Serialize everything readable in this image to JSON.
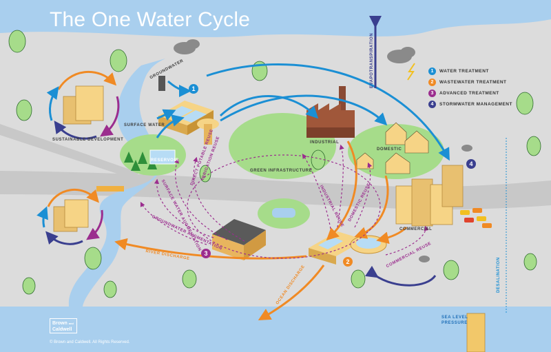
{
  "title": "The One Water Cycle",
  "legend": [
    {
      "number": "1",
      "label": "WATER TREATMENT",
      "color": "#1b8fd4"
    },
    {
      "number": "2",
      "label": "WASTEWATER TREATMENT",
      "color": "#f08a24"
    },
    {
      "number": "3",
      "label": "ADVANCED TREATMENT",
      "color": "#9b2d8e"
    },
    {
      "number": "4",
      "label": "STORMWATER MANAGEMENT",
      "color": "#3a3f8f"
    }
  ],
  "labels": {
    "groundwater": "GROUNDWATER",
    "surface_water": "SURFACE WATER",
    "reservoir": "RESERVOIR",
    "sustainable_development": "SUSTAINABLE DEVELOPMENT",
    "industrial": "INDUSTRIAL",
    "domestic": "DOMESTIC",
    "commercial": "COMMERCIAL",
    "green_infrastructure": "GREEN INFRASTRUCTURE",
    "evapotranspiration": "EVAPOTRANSPIRATION",
    "desalination": "DESALINATION",
    "sea_level_pressure": [
      "SEA LEVEL",
      "PRESSURE"
    ]
  },
  "flows": {
    "direct_potable_reuse": "DIRECT POTABLE REUSE",
    "irrigation_reuse": "IRRIGATION REUSE",
    "surface_water_augmentation": "SURFACE WATER AUGMENTATION",
    "groundwater_augmentation": "GROUNDWATER AUGMENTATION",
    "river_discharge": "RIVER DISCHARGE",
    "ocean_discharge": "OCEAN DISCHARGE",
    "industrial_reuse": "INDUSTRIAL REUSE",
    "domestic_reuse": "DOMESTIC REUSE",
    "commercial_reuse": "COMMERCIAL REUSE"
  },
  "logo": [
    "Brown",
    "and",
    "Caldwell"
  ],
  "copyright": "© Brown and Caldwell.  All Rights Reserved.",
  "colors": {
    "sky": "#a9cfee",
    "land": "#dcdcdc",
    "river": "#a9cfee",
    "grass": "#a6dc8a",
    "water_treatment": "#1b8fd4",
    "wastewater_treatment": "#f08a24",
    "advanced_treatment": "#9b2d8e",
    "stormwater_management": "#3a3f8f"
  }
}
